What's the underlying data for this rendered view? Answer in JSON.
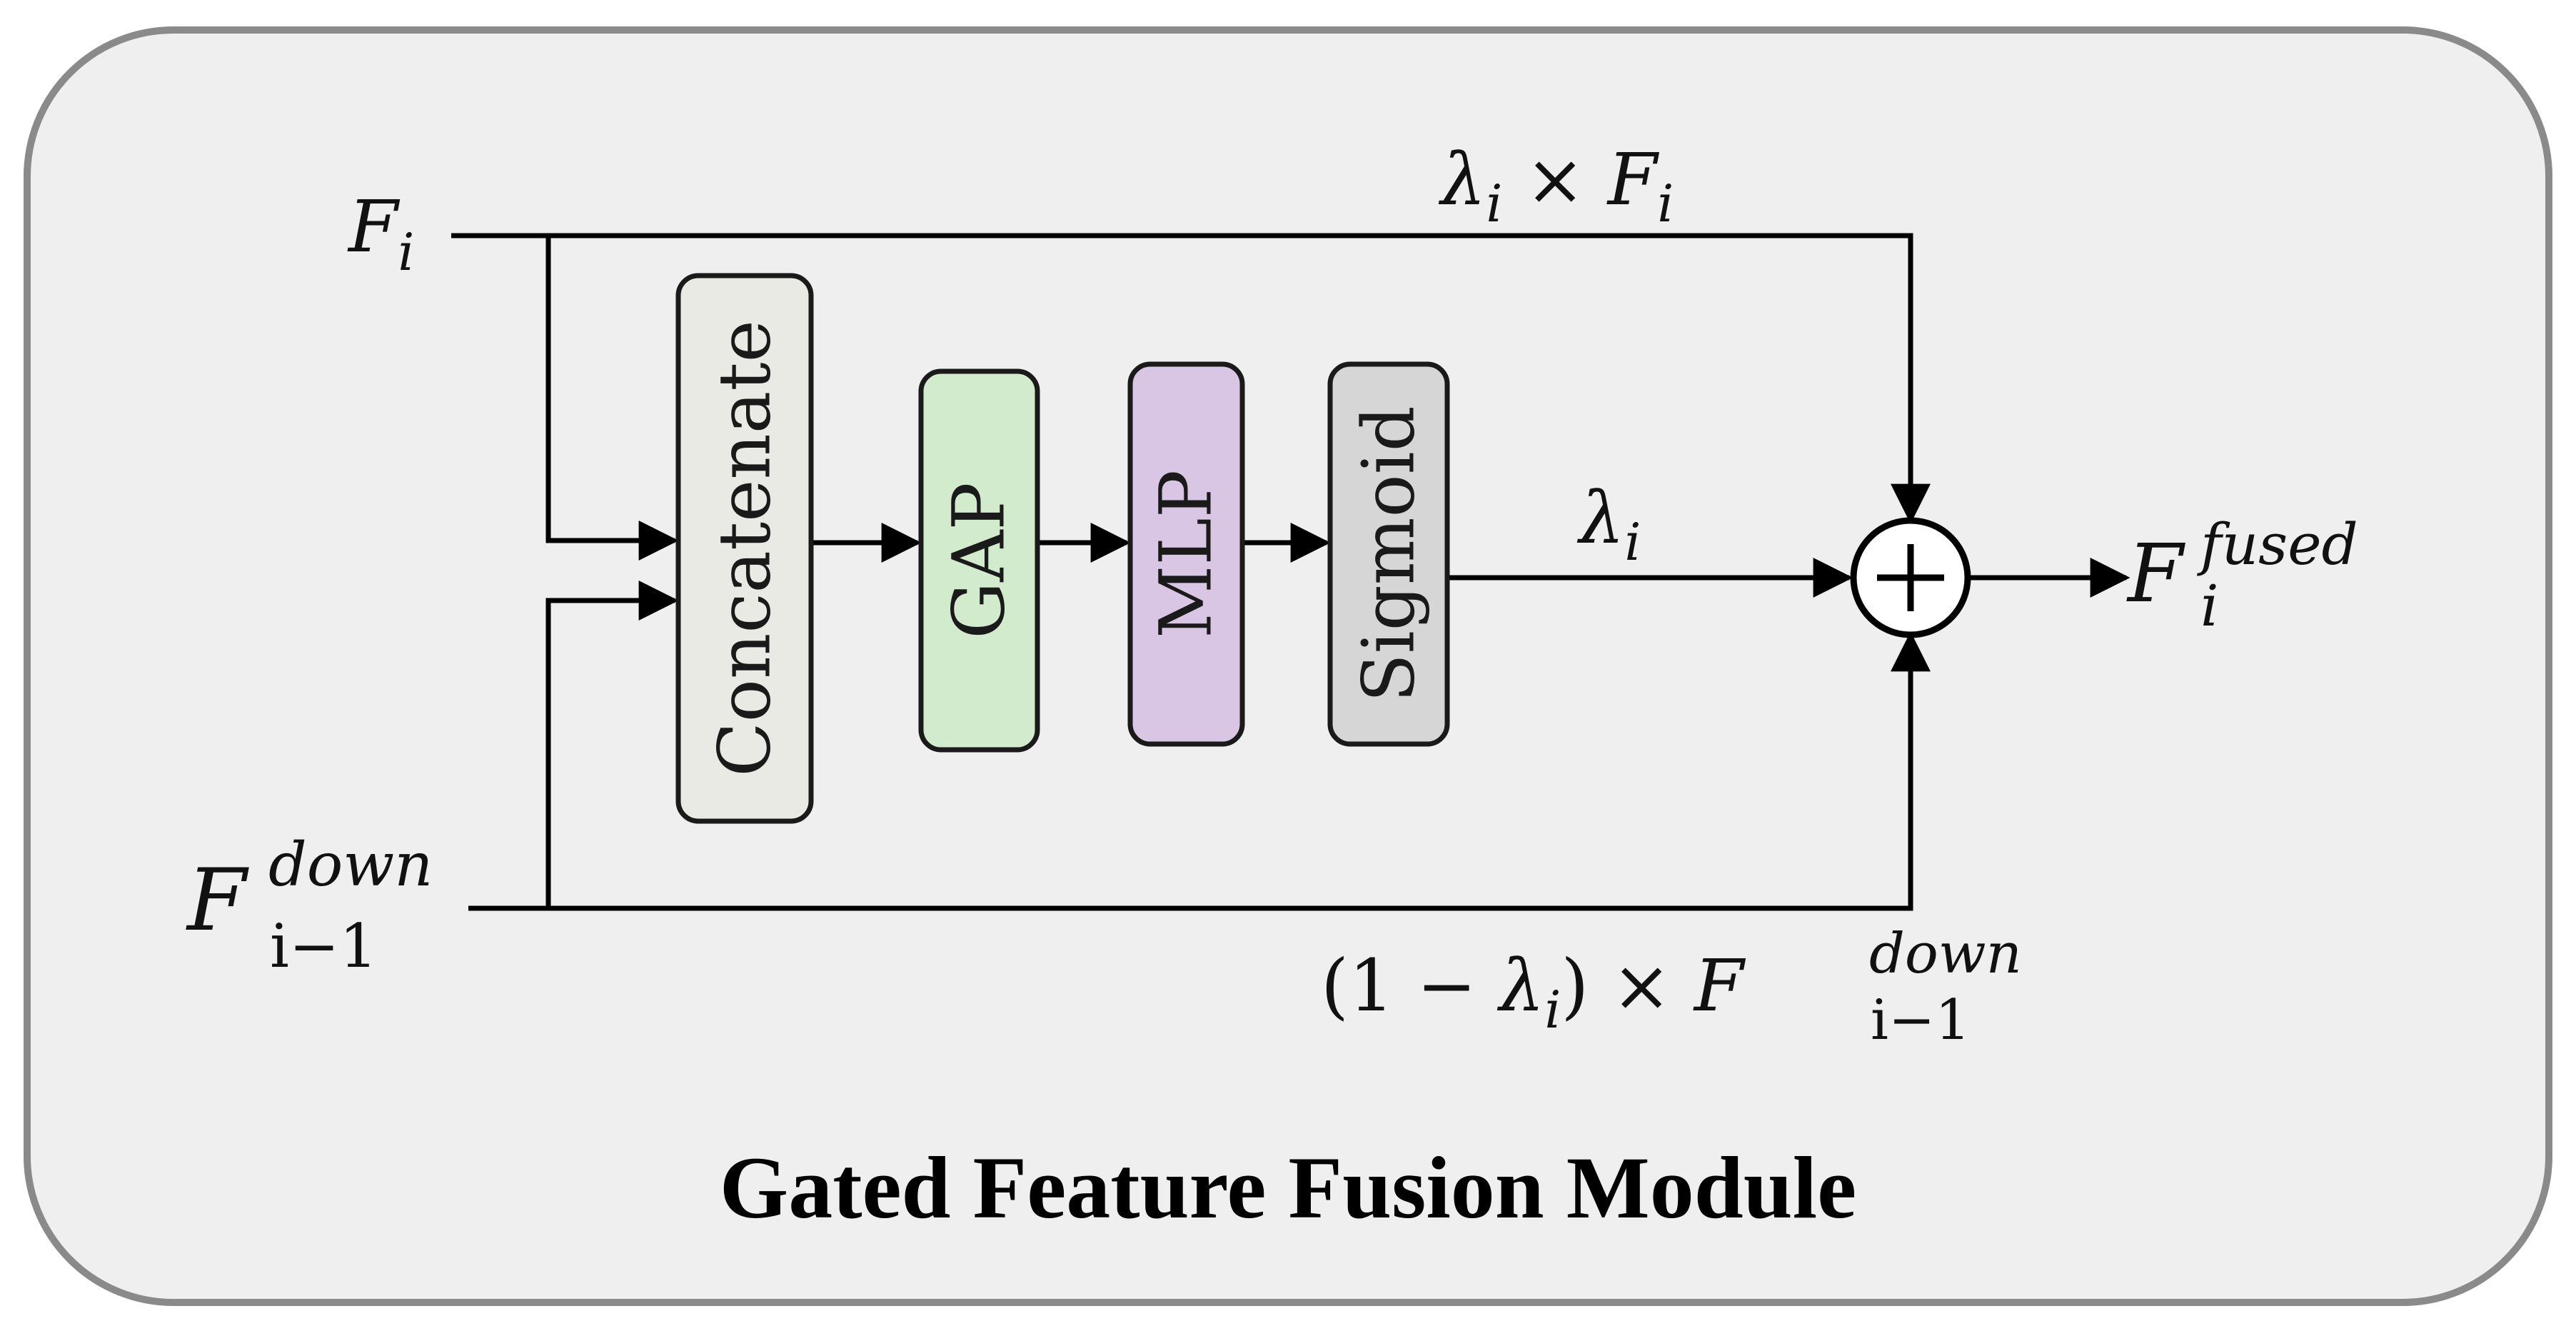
{
  "caption": "Gated Feature Fusion Module",
  "inputs": {
    "top": {
      "base": "F",
      "sub": "i"
    },
    "bottom": {
      "base": "F",
      "sub": "i−1",
      "sup": "down"
    }
  },
  "blocks": [
    {
      "label": "Concatenate",
      "fill": "#eaeae5"
    },
    {
      "label": "GAP",
      "fill": "#d3ebcd"
    },
    {
      "label": "MLP",
      "fill": "#d9c6e4"
    },
    {
      "label": "Sigmoid",
      "fill": "#d6d6d6"
    }
  ],
  "edges": {
    "top_path": {
      "lambda": "λ",
      "sub": "i",
      "times": " × ",
      "base": "F",
      "base_sub": "i"
    },
    "gate": {
      "lambda": "λ",
      "sub": "i"
    },
    "bottom_path": {
      "open": "(1 − ",
      "lambda": "λ",
      "sub": "i",
      "close": ") × ",
      "base": "F",
      "base_sub": "i−1",
      "base_sup": "down"
    }
  },
  "output": {
    "base": "F",
    "sub": "i",
    "sup": "fused"
  },
  "colors": {
    "panel_fill": "#efefef",
    "panel_border": "#8a8a8a",
    "block_border": "#1a1a1a"
  }
}
